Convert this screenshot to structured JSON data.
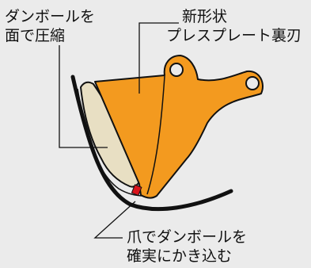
{
  "labels": {
    "cardboard_line1": "ダンボールを",
    "cardboard_line2": "面で圧縮",
    "plate_line1": "新形状",
    "plate_line2": "プレスプレート裏刃",
    "claw_line1": "爪でダンボールを",
    "claw_line2": "確実にかき込む"
  },
  "colors": {
    "background": "#ebebeb",
    "plate": "#f39a1f",
    "cardboard": "#e8dfc3",
    "claw": "#d9141b",
    "outline": "#111111"
  }
}
